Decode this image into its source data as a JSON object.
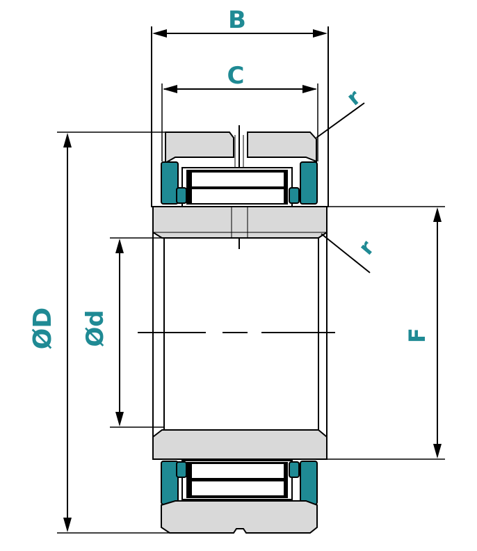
{
  "labels": {
    "width_outer": "B",
    "width_inner": "C",
    "radius_top": "r",
    "radius_mid": "r",
    "outer_diameter": "ØD",
    "bore_diameter": "Ød",
    "raceway_diameter": "F"
  },
  "colors": {
    "label": "#1f8a94",
    "seal": "#1f8a94",
    "ring_fill": "#d9d9d9",
    "line": "#000000"
  }
}
